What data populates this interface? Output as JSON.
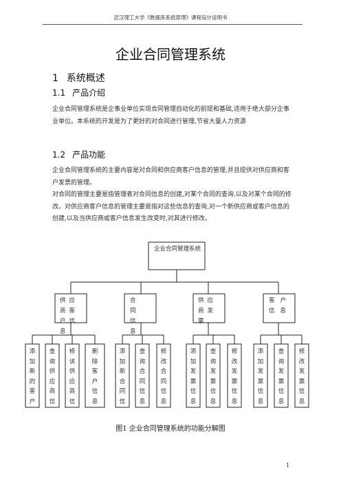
{
  "header": {
    "running_title": "武汉理工大学《数据库系统原理》课程设计说明书"
  },
  "title": "企业合同管理系统",
  "sections": [
    {
      "number": "1",
      "heading": "系统概述"
    },
    {
      "number": "1.1",
      "heading": "产品介绍"
    },
    {
      "number": "1.2",
      "heading": "产品功能"
    }
  ],
  "paragraphs": {
    "intro": "企业合同管理系统是企事业单位实现合同管理自动化的前提和基础,适用于绝大部分企事业单位。本系统的开发是为了更好的对合同进行管理,节省大量人力资源",
    "func_1": "企业合同管理系统的主要内容是对合同和供应商客户信息的管理,并且提供对供应商和客户发票的管理。",
    "func_2": "对合同的管理主要是指管理者对合同信息的创建,对某个合同的查询,以及对某个合同的修改。对供应商客户信息的管理主要是指对这些信息的查询,对一个新供应商或客户信息的创建,以及当供应商或客户信息发生改变时,对其进行修改。"
  },
  "diagram": {
    "root": "企业合同管理系统",
    "groups": [
      {
        "label": "供应商客户信息",
        "children": [
          "添加新的客户信",
          "查询供应商信息",
          "修该供应商信息",
          "删除客户信息"
        ]
      },
      {
        "label": "合同信息",
        "children": [
          "添加新合同信息",
          "查询合同信息",
          "修改合同信息"
        ]
      },
      {
        "label": "供应商发票",
        "children": [
          "添加发票信息",
          "查询发票信息",
          "修改发票信息"
        ]
      },
      {
        "label": "客户信息",
        "children": [
          "添加发票信息",
          "查询发票信息",
          "修改发票信息"
        ]
      }
    ]
  },
  "caption": "图1  企业合同管理系统的功能分解图",
  "page_number": "1"
}
